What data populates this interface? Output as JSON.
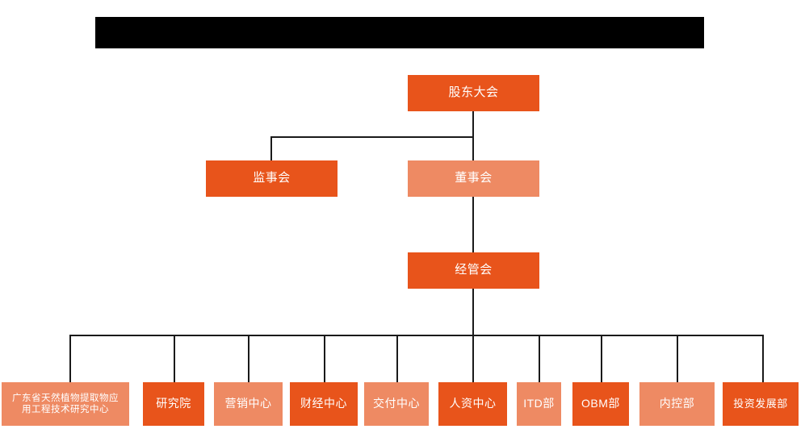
{
  "banner": {
    "name": "title-banner-redacted",
    "text": "",
    "color": "#000000",
    "note": "solid black redaction bar across the top of the chart"
  },
  "palette": {
    "dark_orange": "#e8541b",
    "light_orange": "#ee8a63",
    "line": "#1a1a1a",
    "text": "#ffffff",
    "background": "#ffffff"
  },
  "chart": {
    "type": "org-chart",
    "levels": [
      {
        "level": 1,
        "nodes": [
          {
            "id": "shareholders",
            "label": "股东大会",
            "shade": "dark"
          }
        ]
      },
      {
        "level": 2,
        "nodes": [
          {
            "id": "supervisory-board",
            "label": "监事会",
            "shade": "dark"
          },
          {
            "id": "board-of-directors",
            "label": "董事会",
            "shade": "light"
          }
        ]
      },
      {
        "level": 3,
        "nodes": [
          {
            "id": "management-committee",
            "label": "经管会",
            "shade": "dark"
          }
        ]
      },
      {
        "level": 4,
        "nodes": [
          {
            "id": "gd-research-center",
            "label": "广东省天然植物提取物应用工程技术研究中心",
            "label_line1": "广东省天然植物提取物应",
            "label_line2": "用工程技术研究中心",
            "shade": "light"
          },
          {
            "id": "research-institute",
            "label": "研究院",
            "shade": "dark"
          },
          {
            "id": "marketing-center",
            "label": "营销中心",
            "shade": "light"
          },
          {
            "id": "finance-center",
            "label": "财经中心",
            "shade": "dark"
          },
          {
            "id": "delivery-center",
            "label": "交付中心",
            "shade": "light"
          },
          {
            "id": "hr-center",
            "label": "人资中心",
            "shade": "dark"
          },
          {
            "id": "itd-dept",
            "label": "ITD部",
            "shade": "light"
          },
          {
            "id": "obm-dept",
            "label": "OBM部",
            "shade": "dark"
          },
          {
            "id": "internal-control-dept",
            "label": "内控部",
            "shade": "light"
          },
          {
            "id": "investment-development-dept",
            "label": "投资发展部",
            "shade": "dark"
          }
        ]
      }
    ],
    "edges": [
      {
        "from": "shareholders",
        "to": "supervisory-board"
      },
      {
        "from": "shareholders",
        "to": "board-of-directors"
      },
      {
        "from": "board-of-directors",
        "to": "management-committee"
      },
      {
        "from": "management-committee",
        "to": "gd-research-center"
      },
      {
        "from": "management-committee",
        "to": "research-institute"
      },
      {
        "from": "management-committee",
        "to": "marketing-center"
      },
      {
        "from": "management-committee",
        "to": "finance-center"
      },
      {
        "from": "management-committee",
        "to": "delivery-center"
      },
      {
        "from": "management-committee",
        "to": "hr-center"
      },
      {
        "from": "management-committee",
        "to": "itd-dept"
      },
      {
        "from": "management-committee",
        "to": "obm-dept"
      },
      {
        "from": "management-committee",
        "to": "internal-control-dept"
      },
      {
        "from": "management-committee",
        "to": "investment-development-dept"
      }
    ]
  }
}
